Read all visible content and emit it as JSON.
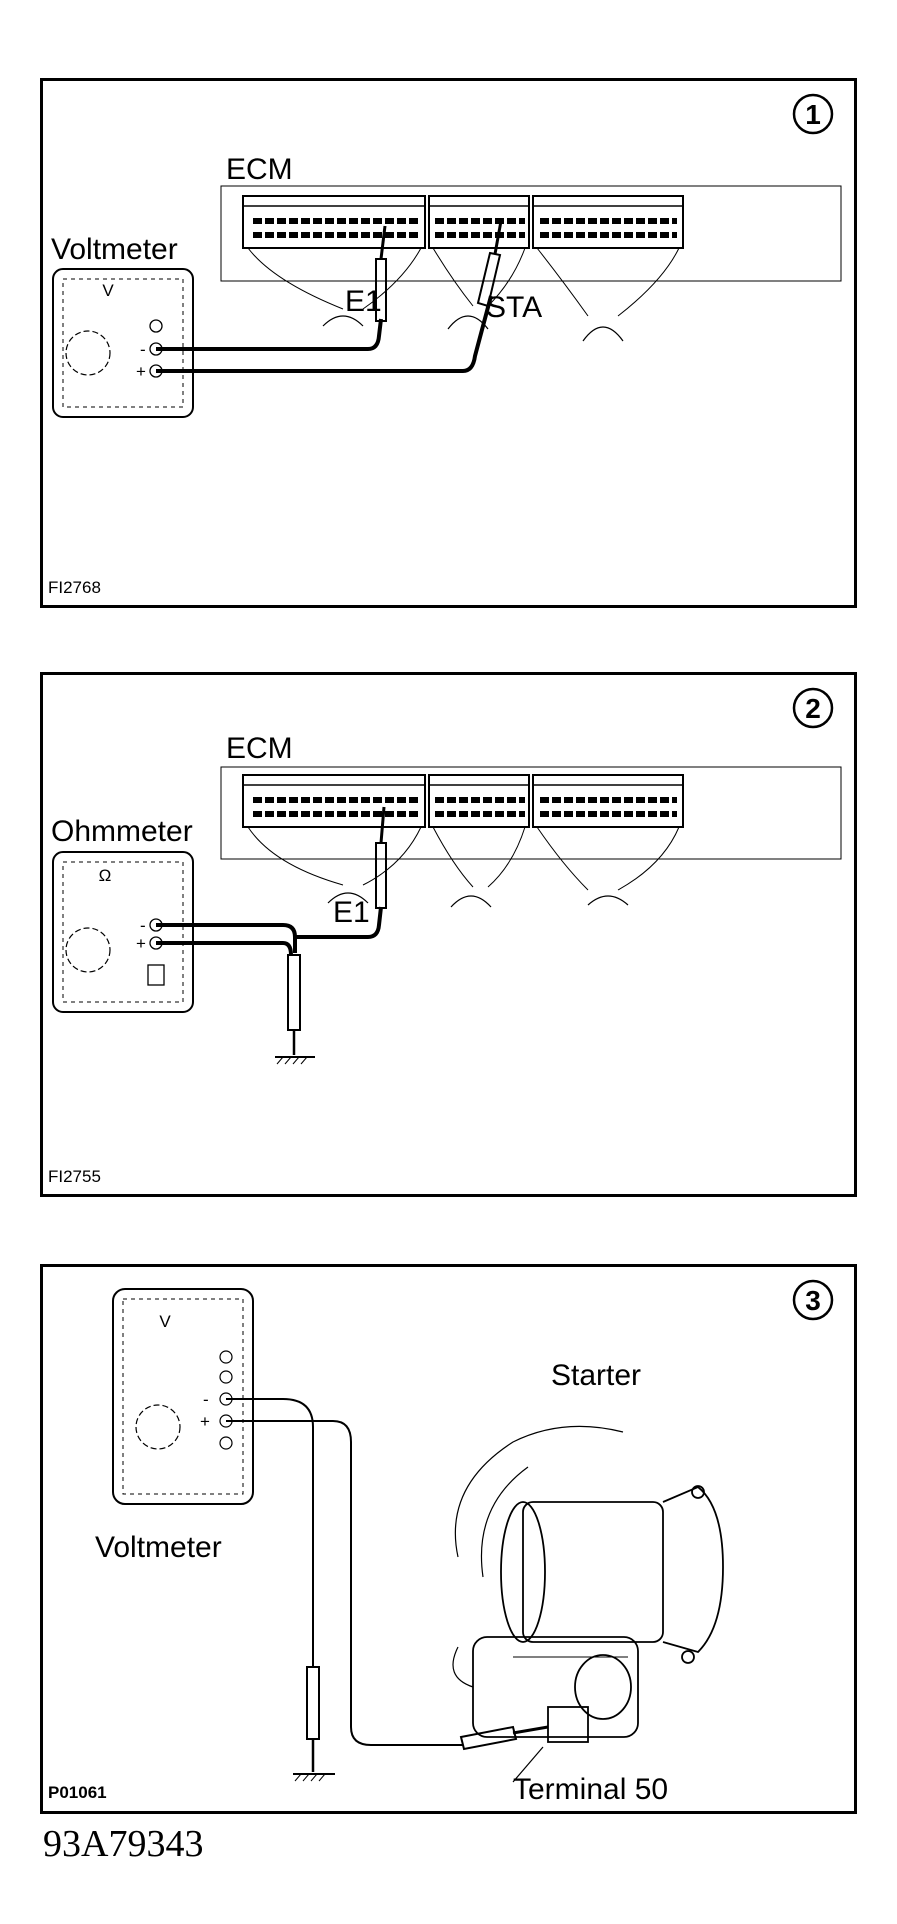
{
  "panel1": {
    "number": "1",
    "ecm": "ECM",
    "meter": "Voltmeter",
    "meter_symbol": "V",
    "minus": "-",
    "plus": "+",
    "probe_a": "E1",
    "probe_b": "STA",
    "figure_code": "FI2768"
  },
  "panel2": {
    "number": "2",
    "ecm": "ECM",
    "meter": "Ohmmeter",
    "meter_symbol": "Ω",
    "minus": "-",
    "plus": "+",
    "probe_a": "E1",
    "figure_code": "FI2755"
  },
  "panel3": {
    "number": "3",
    "meter": "Voltmeter",
    "meter_symbol": "V",
    "minus": "-",
    "plus": "+",
    "component": "Starter",
    "terminal": "Terminal 50",
    "figure_code": "P01061"
  },
  "document_id": "93A79343"
}
